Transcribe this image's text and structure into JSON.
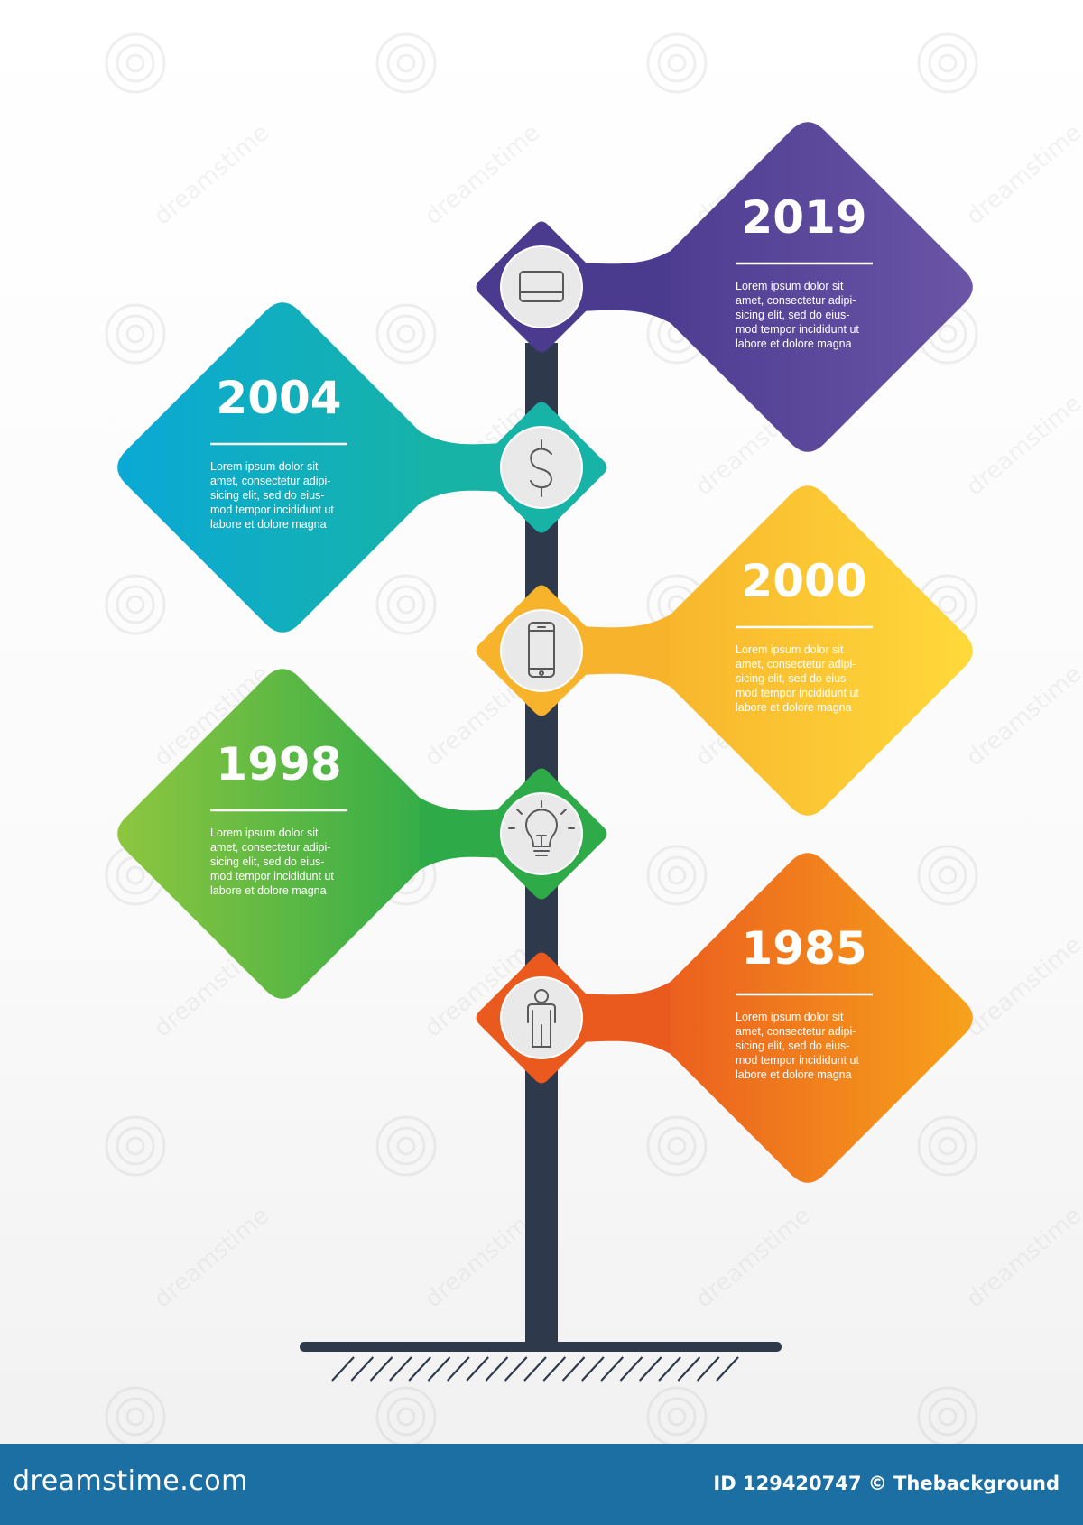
{
  "timeline": {
    "milestones": [
      {
        "year": "2019",
        "lines": [
          "Lorem ipsum dolor sit",
          "amet, consectetur adipi-",
          "sicing elit, sed do eius-",
          "mod tempor incididunt ut",
          "labore et dolore magna"
        ],
        "icon": "card-icon",
        "color_start": "#4b3b8f",
        "color_end": "#6a55a6",
        "side": "right"
      },
      {
        "year": "2004",
        "lines": [
          "Lorem ipsum dolor sit",
          "amet, consectetur adipi-",
          "sicing elit, sed do eius-",
          "mod tempor incididunt ut",
          "labore et dolore magna"
        ],
        "icon": "dollar-icon",
        "color_start": "#0aa9d6",
        "color_end": "#17b3a6",
        "side": "left"
      },
      {
        "year": "2000",
        "lines": [
          "Lorem ipsum dolor sit",
          "amet, consectetur adipi-",
          "sicing elit, sed do eius-",
          "mod tempor incididunt ut",
          "labore et dolore magna"
        ],
        "icon": "smartphone-icon",
        "color_start": "#f7b32b",
        "color_end": "#ffd93b",
        "side": "right"
      },
      {
        "year": "1998",
        "lines": [
          "Lorem ipsum dolor sit",
          "amet, consectetur adipi-",
          "sicing elit, sed do eius-",
          "mod tempor incididunt ut",
          "labore et dolore magna"
        ],
        "icon": "lightbulb-icon",
        "color_start": "#8dc63f",
        "color_end": "#2eab48",
        "side": "left"
      },
      {
        "year": "1985",
        "lines": [
          "Lorem ipsum dolor sit",
          "amet, consectetur adipi-",
          "sicing elit, sed do eius-",
          "mod tempor incididunt ut",
          "labore et dolore magna"
        ],
        "icon": "person-icon",
        "color_start": "#ea5a1f",
        "color_end": "#f7a21b",
        "side": "right"
      }
    ],
    "stem_color": "#2e3a4b"
  },
  "watermark": {
    "text": "dreamstime"
  },
  "footer": {
    "brand": "dreamstime.com",
    "id_text": "ID 129420747 © Thebackground"
  }
}
